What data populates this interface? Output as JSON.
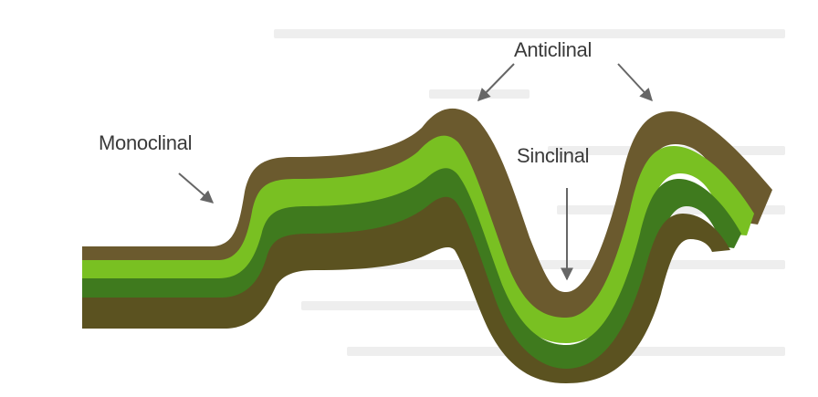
{
  "labels": {
    "monoclinal": "Monoclinal",
    "anticlinal": "Anticlinal",
    "sinclinal": "Sinclinal"
  },
  "colors": {
    "brown": "#6b5a2e",
    "light_green": "#79c022",
    "dark_green": "#3f7a1e",
    "olive": "#5b5220",
    "arrow": "#666666",
    "text": "#3a3a3a"
  }
}
